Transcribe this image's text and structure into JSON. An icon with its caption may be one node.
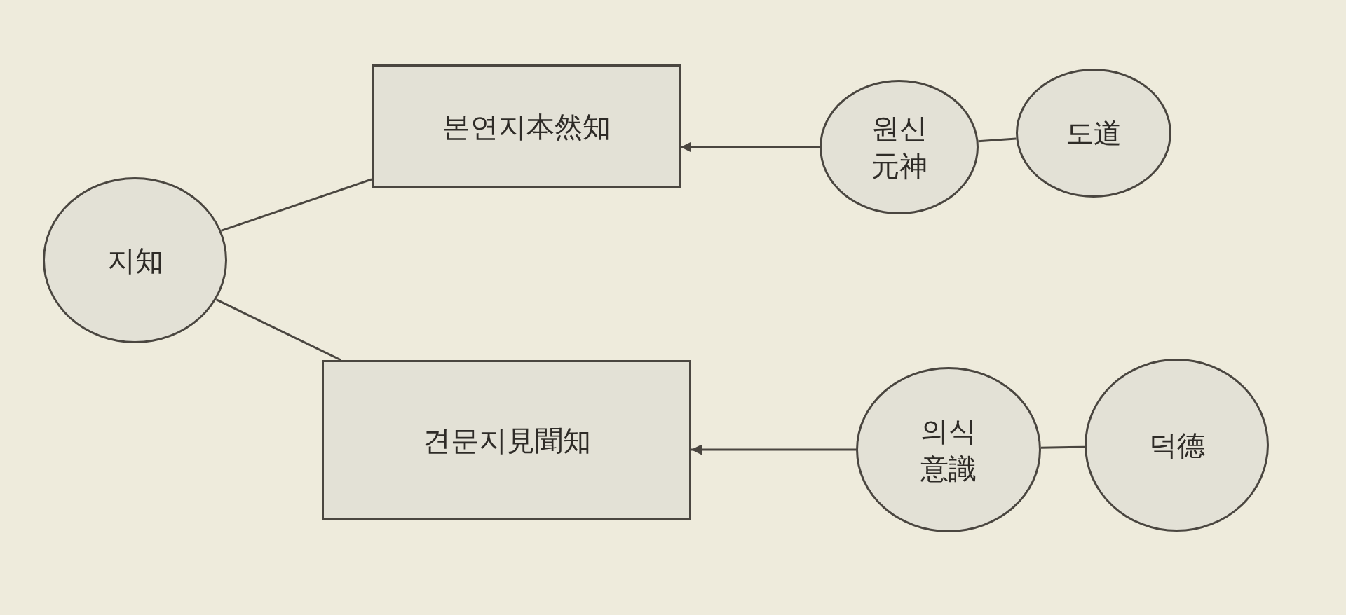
{
  "diagram": {
    "nodes": [
      {
        "text": [
          "지知"
        ]
      },
      {
        "text": [
          "본연지本然知"
        ]
      },
      {
        "text": [
          "견문지見聞知"
        ]
      },
      {
        "text": [
          "원신 元神"
        ]
      },
      {
        "text": [
          "도道"
        ]
      },
      {
        "text": [
          "의식 意識"
        ]
      },
      {
        "text": [
          "덕德"
        ]
      }
    ],
    "edges": [
      {
        "from": 0,
        "to": 1,
        "arrow": "none"
      },
      {
        "from": 0,
        "to": 2,
        "arrow": "none"
      },
      {
        "from": 3,
        "to": 1,
        "arrow": "to"
      },
      {
        "from": 3,
        "to": 4,
        "arrow": "none"
      },
      {
        "from": 5,
        "to": 2,
        "arrow": "to"
      },
      {
        "from": 5,
        "to": 6,
        "arrow": "none"
      }
    ]
  }
}
